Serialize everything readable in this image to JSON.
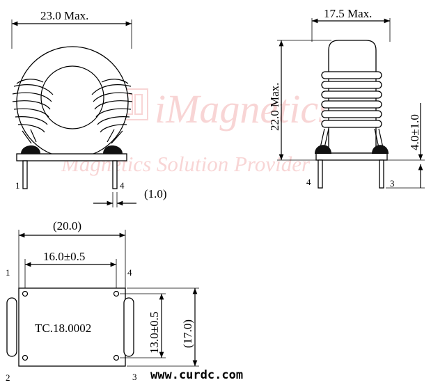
{
  "watermark": {
    "brand": "iMagnetics",
    "tagline": "Magnetics Solution Provider"
  },
  "front_view": {
    "width_label": "23.0 Max.",
    "pin_spacing_label": "(1.0)",
    "pin_left": "1",
    "pin_right": "4"
  },
  "side_view": {
    "width_label": "17.5 Max.",
    "height_label": "22.0 Max.",
    "pin_length_label": "4.0±1.0",
    "pin_left": "4",
    "pin_right": "3"
  },
  "bottom_view": {
    "width_label": "(20.0)",
    "pin_pitch_label": "16.0±0.5",
    "pin_row_pitch_label": "13.0±0.5",
    "height_label": "(17.0)",
    "part_number": "TC.18.0002",
    "pin_1": "1",
    "pin_2": "2",
    "pin_3": "3",
    "pin_4": "4"
  },
  "website": "www.curdc.com"
}
